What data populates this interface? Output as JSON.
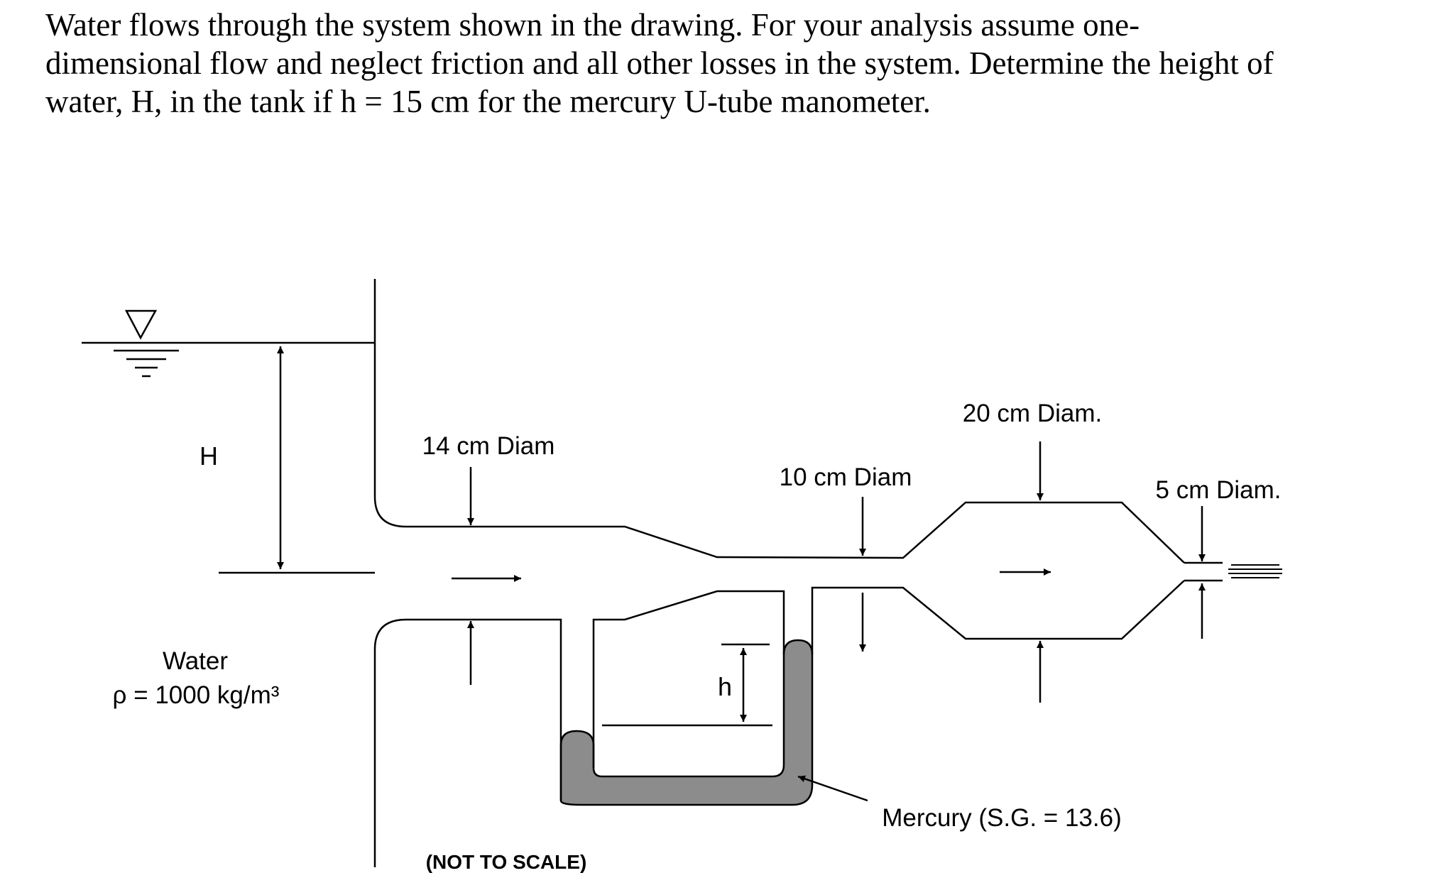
{
  "problem": {
    "lines": [
      "Water flows through the system shown in the drawing.  For your analysis assume one-",
      "dimensional flow and neglect friction and all other losses in the system.  Determine the height of",
      "water, H, in the tank if h = 15 cm for the mercury U-tube manometer."
    ]
  },
  "diagram": {
    "labels": {
      "H": "H",
      "water": "Water",
      "density": "ρ = 1000 kg/m³",
      "diam14": "14 cm Diam",
      "diam10": "10 cm Diam",
      "diam20": "20 cm Diam.",
      "diam5": "5 cm Diam.",
      "h": "h",
      "mercury": "Mercury (S.G. = 13.6)",
      "not_to_scale": "(NOT TO SCALE)"
    },
    "colors": {
      "mercury": "#8c8c8c",
      "line": "#000000"
    }
  }
}
